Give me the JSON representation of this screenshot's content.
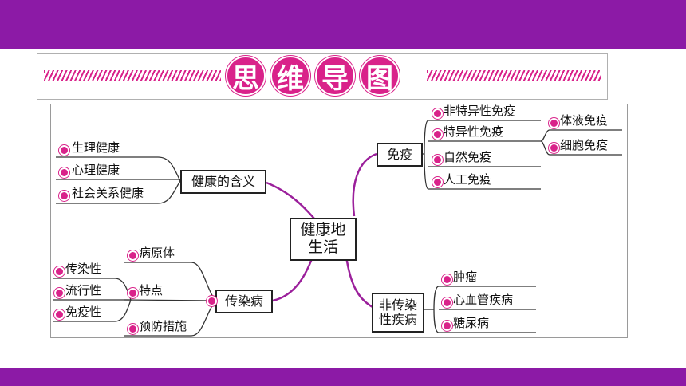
{
  "title": {
    "chars": [
      "思",
      "维",
      "导",
      "图"
    ]
  },
  "colors": {
    "header_bar": "#8c1aa6",
    "accent": "#d9228a",
    "branch": "#9b1f9b"
  },
  "center": {
    "line1": "健康地",
    "line2": "生活"
  },
  "branches": {
    "meaning": {
      "label": "健康的含义",
      "items": [
        "生理健康",
        "心理健康",
        "社会关系健康"
      ]
    },
    "infectious": {
      "label": "传染病",
      "items": [
        "病原体",
        "特点",
        "预防措施"
      ],
      "traits": [
        "传染性",
        "流行性",
        "免疫性"
      ]
    },
    "immunity": {
      "label": "免疫",
      "items": [
        "非特异性免疫",
        "特异性免疫",
        "自然免疫",
        "人工免疫"
      ],
      "specific": [
        "体液免疫",
        "细胞免疫"
      ]
    },
    "noninfectious": {
      "line1": "非传染",
      "line2": "性疾病",
      "items": [
        "肿瘤",
        "心血管疾病",
        "糖尿病"
      ]
    }
  }
}
